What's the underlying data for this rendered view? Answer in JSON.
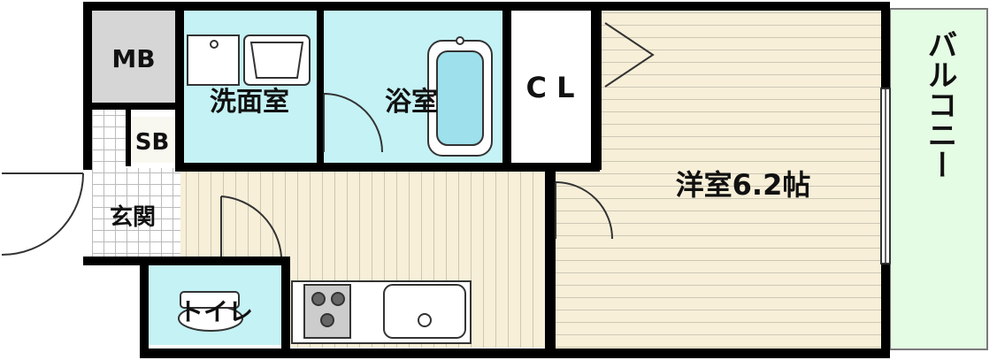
{
  "rooms": {
    "mb": "MB",
    "sb": "SB",
    "washroom": "洗面室",
    "bathroom": "浴室",
    "closet": "C L",
    "western_room": "洋室6.2帖",
    "balcony": "バルコニー",
    "entrance": "玄関",
    "toilet": "トイレ"
  },
  "colors": {
    "wall": "#000000",
    "wet_area": "#c5f2f5",
    "floor": "#f7efd8",
    "floor_line": "#cdc7b4",
    "balcony": "#e4fbe4",
    "storage": "#d6d6d6",
    "sb": "#f8f8f0"
  }
}
